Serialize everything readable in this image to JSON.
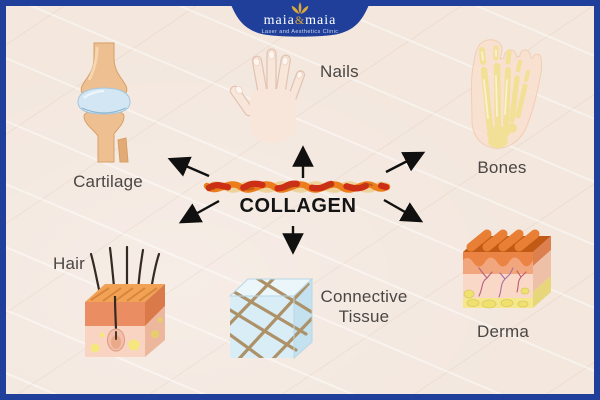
{
  "brand": {
    "name_first": "maia",
    "ampersand": "&",
    "name_second": "maia",
    "tagline": "Laser and Aesthetics Clinic"
  },
  "center": {
    "label": "COLLAGEN"
  },
  "items": [
    {
      "id": "cartilage",
      "label": "Cartilage"
    },
    {
      "id": "nails",
      "label": "Nails"
    },
    {
      "id": "bones",
      "label": "Bones"
    },
    {
      "id": "hair",
      "label": "Hair"
    },
    {
      "id": "connective-tissue",
      "label": "Connective Tissue"
    },
    {
      "id": "derma",
      "label": "Derma"
    }
  ],
  "colors": {
    "frame_blue": "#1f3f9a",
    "background_beige": "#f3e7de",
    "brand_gold": "#dca73f",
    "label_text": "#4b4643",
    "collagen_red": "#cc2e16",
    "collagen_orange": "#ec7d1d",
    "collagen_cream": "#eed29b",
    "arrow_black": "#101010"
  }
}
